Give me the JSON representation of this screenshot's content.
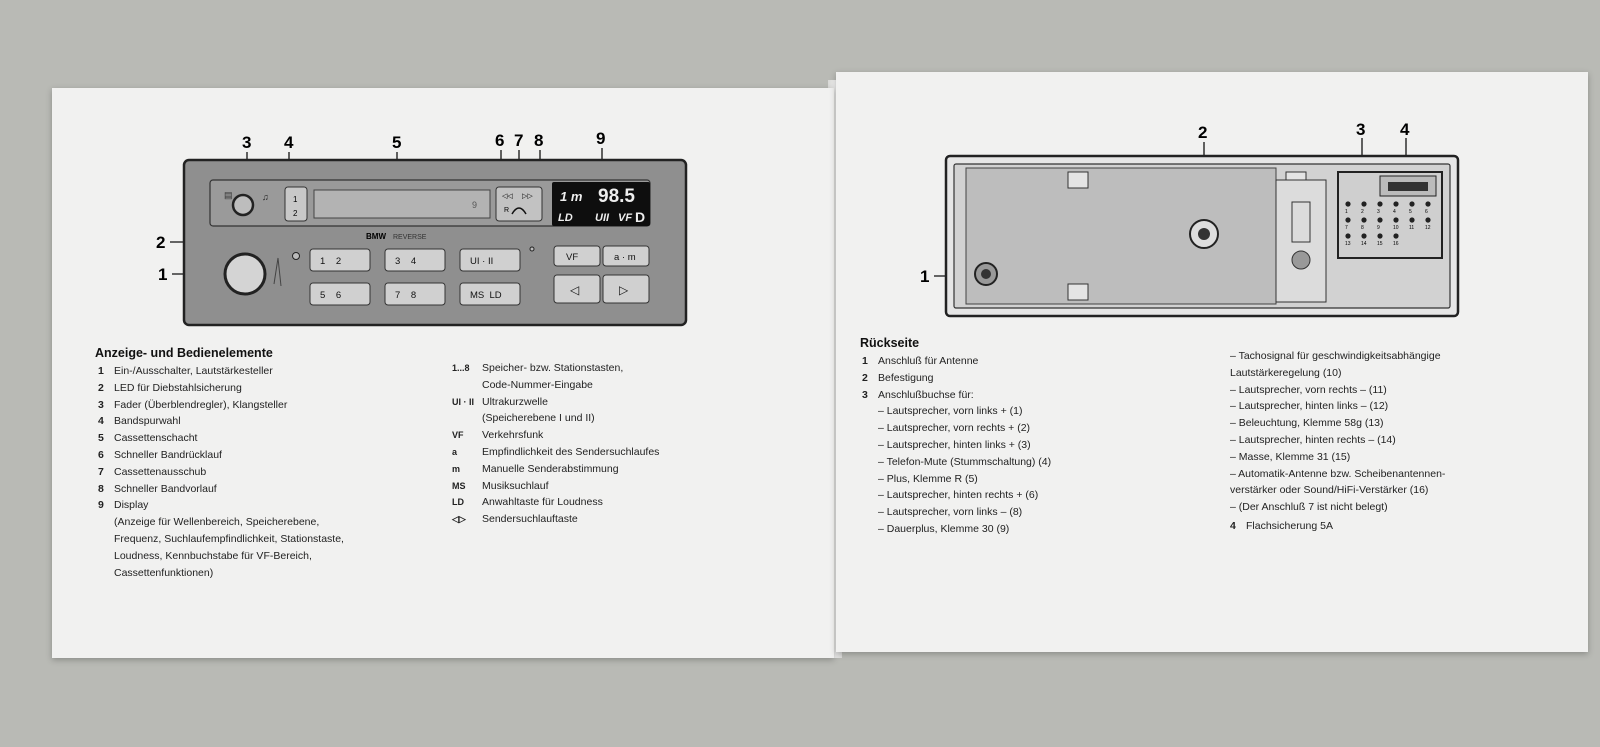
{
  "left": {
    "title": "Anzeige- und Bedienelemente",
    "callouts": [
      "1",
      "2",
      "3",
      "4",
      "5",
      "6",
      "7",
      "8",
      "9"
    ],
    "radio": {
      "brand": "BMW",
      "model": "REVERSE",
      "display_top_left": "1 m",
      "display_freq": "98.5",
      "display_bottom_left": "LD",
      "display_bottom_mid": "UII",
      "display_bottom_right": "VF",
      "display_bottom_last": "D",
      "band_top": "1",
      "band_bottom": "2",
      "rew": "◁◁",
      "ff": "▷▷",
      "r_label": "R",
      "btn_1_2": "1    2",
      "btn_3_4": "3    4",
      "btn_5_6": "5    6",
      "btn_7_8": "7    8",
      "btn_ukw": "UI · II",
      "btn_ms_ld": "MS  LD",
      "btn_vf": "VF",
      "btn_am": "a · m",
      "btn_left": "◁",
      "btn_right": "▷"
    },
    "items": [
      {
        "n": "1",
        "t": "Ein-/Ausschalter, Lautstärkesteller"
      },
      {
        "n": "2",
        "t": "LED für Diebstahlsicherung"
      },
      {
        "n": "3",
        "t": "Fader (Überblendregler), Klangsteller"
      },
      {
        "n": "4",
        "t": "Bandspurwahl"
      },
      {
        "n": "5",
        "t": "Cassettenschacht"
      },
      {
        "n": "6",
        "t": "Schneller Bandrücklauf"
      },
      {
        "n": "7",
        "t": "Cassettenausschub"
      },
      {
        "n": "8",
        "t": "Schneller Bandvorlauf"
      },
      {
        "n": "9",
        "t": "Display\n(Anzeige für Wellenbereich, Speicherebene,\nFrequenz, Suchlaufempfindlichkeit, Stationstaste,\nLoudness, Kennbuchstabe für VF-Bereich,\nCassettenfunktionen)"
      }
    ],
    "legend": [
      {
        "k": "1...8",
        "t": "Speicher- bzw. Stationstasten,\nCode-Nummer-Eingabe"
      },
      {
        "k": "UI · II",
        "t": "Ultrakurzwelle\n(Speicherebene I und II)"
      },
      {
        "k": "VF",
        "t": "Verkehrsfunk"
      },
      {
        "k": "a",
        "t": "Empfindlichkeit des Sendersuchlaufes"
      },
      {
        "k": "m",
        "t": "Manuelle Senderabstimmung"
      },
      {
        "k": "MS",
        "t": "Musiksuchlauf"
      },
      {
        "k": "LD",
        "t": "Anwahltaste für Loudness"
      },
      {
        "k": "◁▷",
        "t": "Sendersuchlauftaste"
      }
    ]
  },
  "right": {
    "title": "Rückseite",
    "callouts": [
      "1",
      "2",
      "3",
      "4"
    ],
    "items_col1": [
      {
        "n": "1",
        "t": "Anschluß für Antenne"
      },
      {
        "n": "2",
        "t": "Befestigung"
      },
      {
        "n": "3",
        "t": "Anschlußbuchse für:\n– Lautsprecher, vorn links + (1)\n– Lautsprecher, vorn rechts + (2)\n– Lautsprecher, hinten links + (3)\n– Telefon-Mute (Stummschaltung) (4)\n– Plus, Klemme R (5)\n– Lautsprecher, hinten rechts + (6)\n– Lautsprecher, vorn links – (8)\n– Dauerplus, Klemme 30 (9)"
      }
    ],
    "items_col2": "– Tachosignal für geschwindigkeitsabhängige\n   Lautstärkeregelung (10)\n– Lautsprecher, vorn rechts – (11)\n– Lautsprecher, hinten links – (12)\n– Beleuchtung, Klemme 58g (13)\n– Lautsprecher, hinten rechts – (14)\n– Masse, Klemme 31 (15)\n– Automatik-Antenne bzw. Scheibenantennen-\n   verstärker oder Sound/HiFi-Verstärker (16)\n– (Der Anschluß 7 ist nicht belegt)",
    "item4": {
      "n": "4",
      "t": "Flachsicherung 5A"
    },
    "pin_labels": [
      "1",
      "2",
      "3",
      "4",
      "5",
      "6",
      "7",
      "8",
      "9",
      "10",
      "11",
      "12",
      "13",
      "14",
      "15",
      "16"
    ]
  }
}
